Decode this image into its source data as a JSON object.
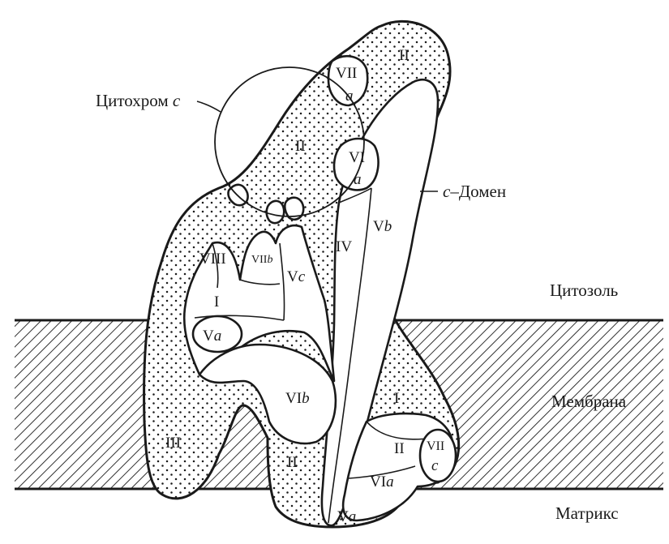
{
  "external_labels": {
    "cytochrome_c": "Цитохром",
    "cytochrome_c_italic": "c",
    "c_domain_prefix": "c",
    "c_domain_suffix": "–Домен",
    "cytosol": "Цитозоль",
    "membrane": "Мембрана",
    "matrix": "Матрикс"
  },
  "subunit_labels": {
    "II_top": "II",
    "VIIa_roman": "VII",
    "VIIa_letter": "a",
    "II_mid": "II",
    "VIa_roman": "VI",
    "VIa_letter": "a",
    "Vb_roman": "V",
    "Vb_letter": "b",
    "IV": "IV",
    "VIII": "VIII",
    "VIIb_roman": "VII",
    "VIIb_letter": "b",
    "Vc_roman": "V",
    "Vc_letter": "c",
    "I_left": "I",
    "Va_left_roman": "V",
    "Va_left_letter": "a",
    "VIb_roman": "VI",
    "VIb_letter": "b",
    "III": "III",
    "II_lower": "II",
    "I_right": "I",
    "II_right": "II",
    "VIIc_roman": "VII",
    "VIIc_letter": "c",
    "VIa_lower_roman": "VI",
    "VIa_lower_letter": "a",
    "Va_bottom_roman": "V",
    "Va_bottom_letter": "a"
  },
  "colors": {
    "ink": "#1a1a1a",
    "background": "#ffffff"
  }
}
